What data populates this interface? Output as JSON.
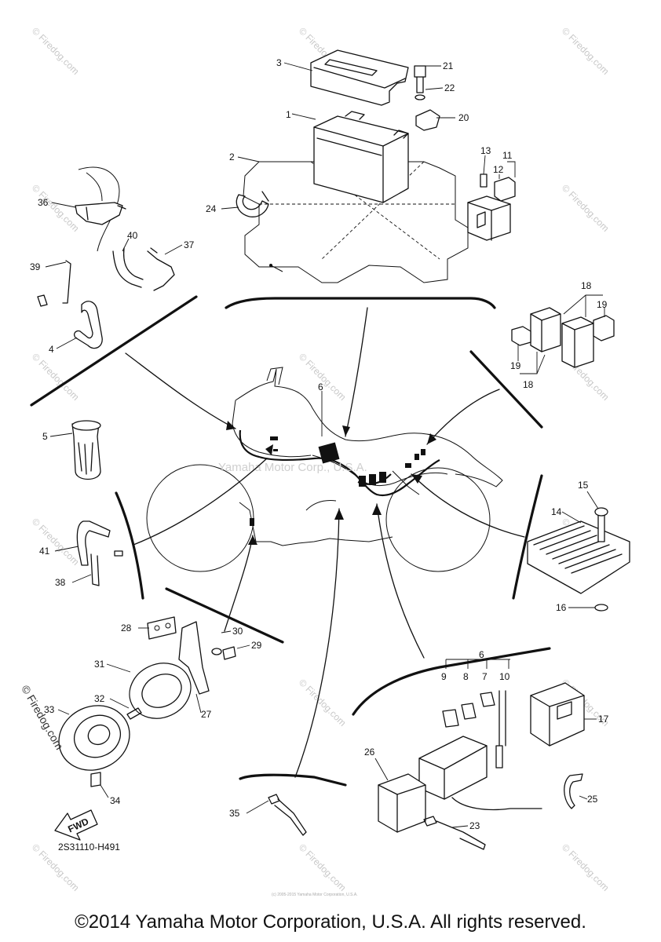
{
  "copyright": "©2014 Yamaha Motor Corporation, U.S.A. All rights reserved.",
  "watermark": "Yamaha Motor Corp., U.S.A.",
  "tiny_note": "(c) 2005-2015 Yamaha Motor Corporation, U.S.A.",
  "part_code": "2S31110-H491",
  "fwd_label": "FWD",
  "side_brand": "© Firedog.com",
  "tile_watermark": "© Firedog.com",
  "callouts": [
    "1",
    "2",
    "3",
    "4",
    "5",
    "6",
    "6",
    "7",
    "8",
    "9",
    "10",
    "11",
    "12",
    "13",
    "14",
    "15",
    "16",
    "17",
    "18",
    "18",
    "19",
    "19",
    "19",
    "20",
    "21",
    "22",
    "23",
    "24",
    "25",
    "26",
    "27",
    "28",
    "29",
    "30",
    "31",
    "32",
    "33",
    "34",
    "35",
    "36",
    "37",
    "38",
    "39",
    "40",
    "41"
  ]
}
